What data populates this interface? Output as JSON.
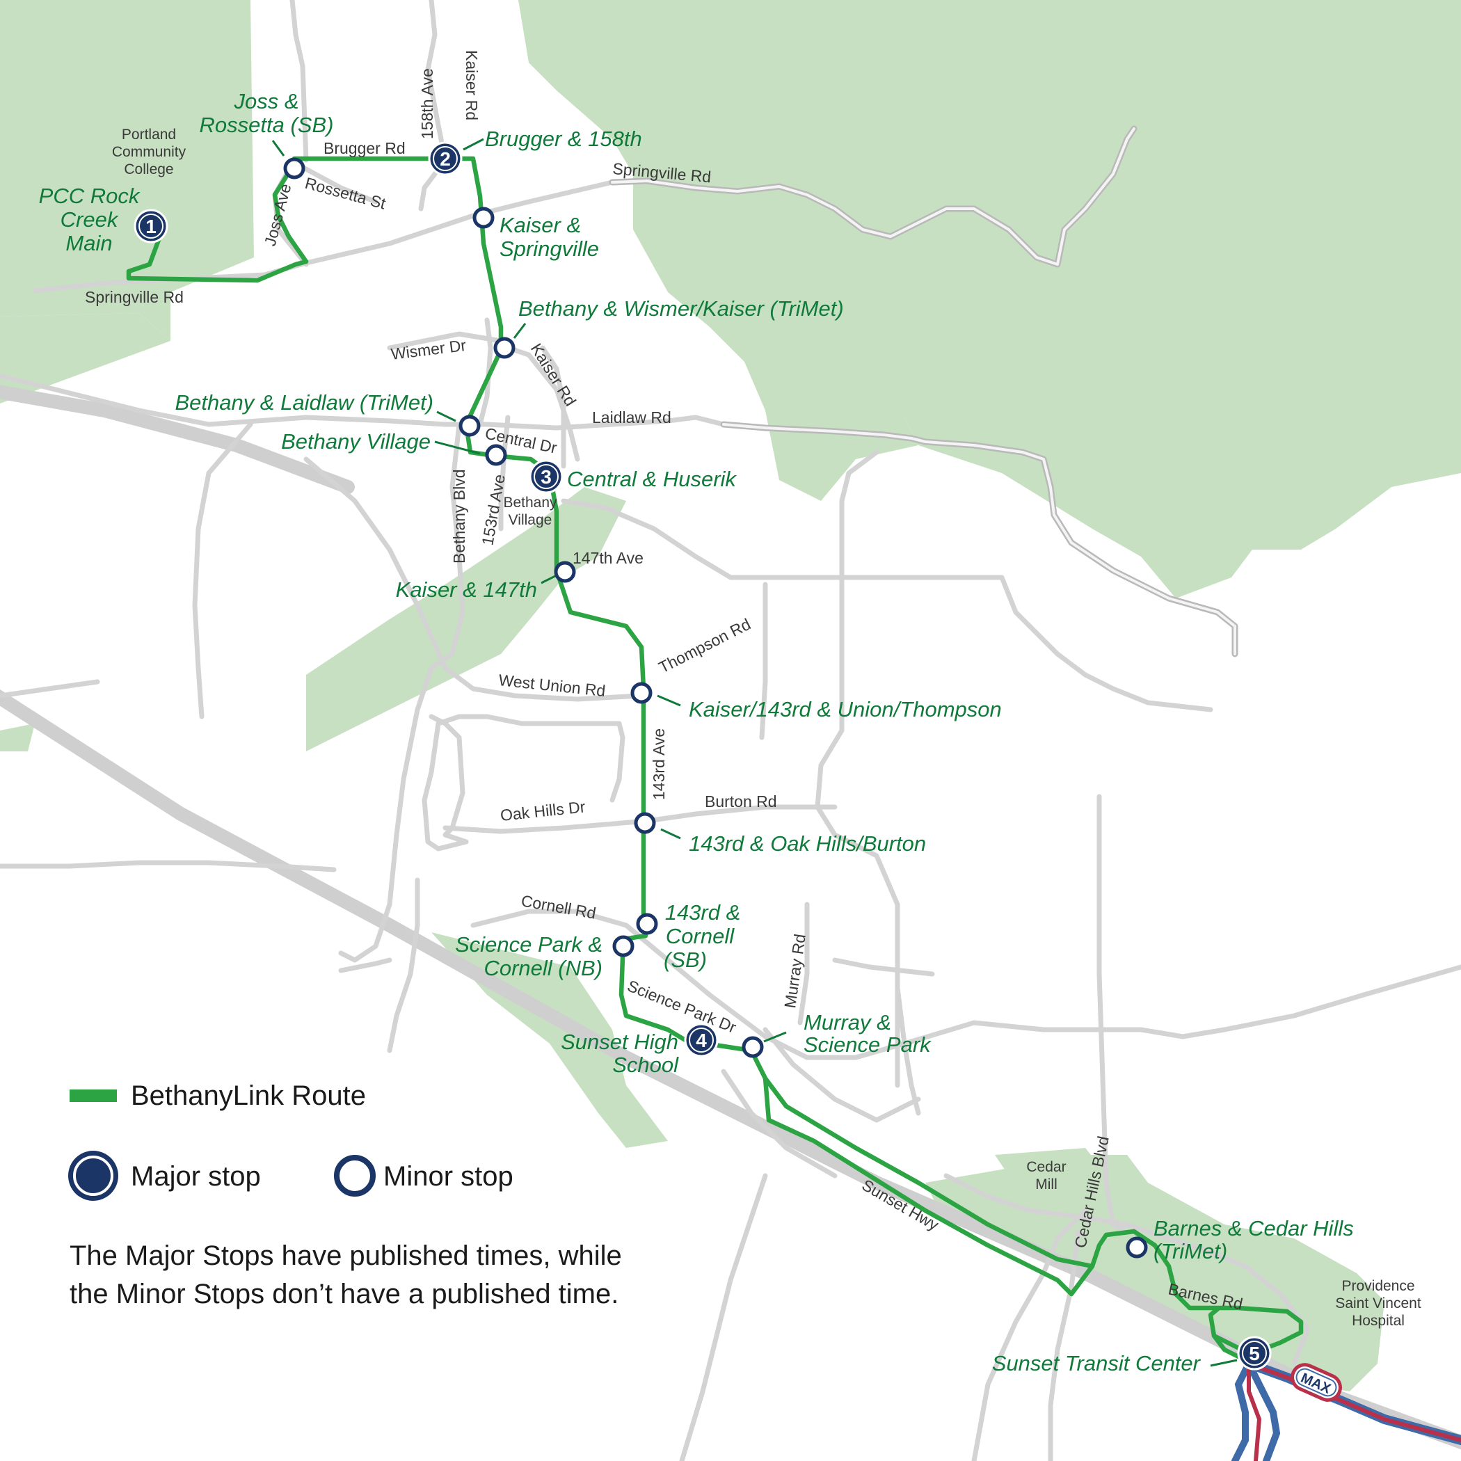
{
  "legend": {
    "route_label": "BethanyLink Route",
    "major_label": "Major stop",
    "minor_label": "Minor stop",
    "note_line1": "The Major Stops have published times, while",
    "note_line2": "the Minor Stops don’t have a published time."
  },
  "colors": {
    "route": "#2ca444",
    "stop": "#1b3566",
    "park": "#c8e0c2",
    "road": "#d3d3d3",
    "label_green": "#0f7a3a",
    "max_red": "#b8304a",
    "max_blue": "#3e6aa8"
  },
  "places": {
    "pcc_1": "Portland",
    "pcc_2": "Community",
    "pcc_3": "College",
    "bv_1": "Bethany",
    "bv_2": "Village",
    "cedar_1": "Cedar",
    "cedar_2": "Mill",
    "prov_1": "Providence",
    "prov_2": "Saint Vincent",
    "prov_3": "Hospital"
  },
  "streets": {
    "springville_w": "Springville Rd",
    "springville_e": "Springville Rd",
    "brugger": "Brugger Rd",
    "rossetta": "Rossetta St",
    "joss": "Joss Ave",
    "ave158": "158th Ave",
    "kaiser_n": "Kaiser Rd",
    "kaiser_m": "Kaiser Rd",
    "wismer": "Wismer Dr",
    "laidlaw": "Laidlaw Rd",
    "central": "Central Dr",
    "bethany_blvd": "Bethany Blvd",
    "ave153": "153rd Ave",
    "ave147": "147th Ave",
    "thompson": "Thompson Rd",
    "west_union": "West Union Rd",
    "ave143": "143rd Ave",
    "oak_hills": "Oak Hills Dr",
    "burton": "Burton Rd",
    "cornell": "Cornell Rd",
    "murray": "Murray Rd",
    "science_park": "Science Park Dr",
    "sunset_hwy": "Sunset Hwy",
    "cedar_hills": "Cedar Hills Blvd",
    "barnes": "Barnes Rd",
    "max": "MAX"
  },
  "stops": {
    "s1": {
      "num": "1",
      "l1": "PCC Rock",
      "l2": "Creek",
      "l3": "Main"
    },
    "joss": {
      "l1": "Joss &",
      "l2": "Rossetta (SB)"
    },
    "s2": {
      "num": "2",
      "l1": "Brugger & 158th"
    },
    "kaiser_spr": {
      "l1": "Kaiser &",
      "l2": "Springville"
    },
    "wismer": {
      "l1": "Bethany & Wismer/Kaiser (TriMet)"
    },
    "laidlaw": {
      "l1": "Bethany & Laidlaw (TriMet)"
    },
    "bvillage": {
      "l1": "Bethany Village"
    },
    "s3": {
      "num": "3",
      "l1": "Central & Huserik"
    },
    "k147": {
      "l1": "Kaiser & 147th"
    },
    "union": {
      "l1": "Kaiser/143rd & Union/Thompson"
    },
    "oak": {
      "l1": "143rd & Oak Hills/Burton"
    },
    "c143": {
      "l1": "143rd &",
      "l2": "Cornell",
      "l3": "(SB)"
    },
    "sp_nb": {
      "l1": "Science Park &",
      "l2": "Cornell (NB)"
    },
    "s4": {
      "num": "4",
      "l1": "Sunset High",
      "l2": "School"
    },
    "murray": {
      "l1": "Murray &",
      "l2": "Science Park"
    },
    "barnes": {
      "l1": "Barnes & Cedar Hills",
      "l2": "(TriMet)"
    },
    "s5": {
      "num": "5",
      "l1": "Sunset Transit Center"
    }
  }
}
